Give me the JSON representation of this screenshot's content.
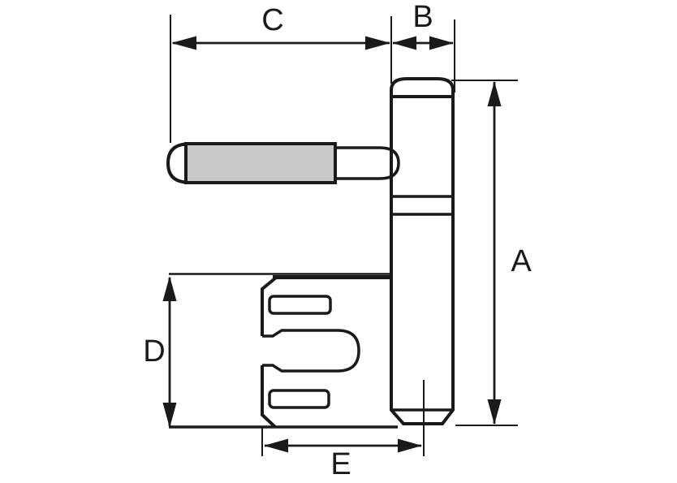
{
  "drawing": {
    "labels": {
      "a": "A",
      "b": "B",
      "c": "C",
      "d": "D",
      "e": "E"
    },
    "colors": {
      "line": "#1a1a1a",
      "pin_fill": "#c9c9c9",
      "part_fill": "#ffffff",
      "background": "#ffffff"
    }
  }
}
